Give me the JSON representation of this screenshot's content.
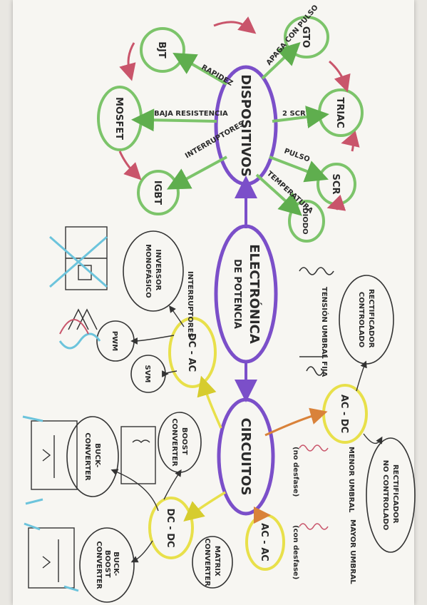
{
  "title": "ELECTRÓNICA DE POTENCIA",
  "nodes": {
    "dispositivos": "DISPOSITIVOS",
    "circuitos": "CIRCUITOS",
    "gto": "GTO",
    "triac": "TRIAC",
    "scr": "SCR",
    "diodo": "DIODO",
    "bjt": "BJT",
    "mosfet": "MOSFET",
    "igbt": "IGBT",
    "dc_ac": "DC - AC",
    "ac_dc": "AC - DC",
    "dc_dc": "DC - DC",
    "ac_ac": "AC - AC",
    "inversor": "INVERSOR MONOFÁSICO",
    "pwm": "PWM",
    "svm": "SVM",
    "boost": "BOOST CONVERTER",
    "buck": "BUCK CONVERTER",
    "buck_boost": "BUCK-BOOST CONVERTER",
    "matrix": "MATRIX CONVERTER",
    "rect_controlado": "RECTIFICADOR CONTROLADO",
    "rect_no_controlado": "RECTIFICADOR NO CONTROLADO"
  },
  "edge_labels": {
    "rapidez": "RAPIDEZ",
    "apaga_pulso": "APAGA CON PULSO",
    "baja_resistencia": "BAJA RESISTENCIA",
    "dos_scr": "2 SCR",
    "pulso": "PULSO",
    "interruptores": "INTERRUPTORES",
    "temperatura": "TEMPERATURA",
    "interruptores2": "INTERRUPTORES",
    "tension_umbral_fija": "TENSIÓN UMBRAL FIJA",
    "menor_umbral": "MENOR UMBRAL",
    "mayor_umbral": "MAYOR UMBRAL",
    "no_desfase": "(no desfase)",
    "con_desfase": "(con desfase)"
  },
  "colors": {
    "purple": "#7b4fc9",
    "green": "#7cc46a",
    "yellow": "#e8e04a",
    "pink": "#c9556b",
    "cyan": "#6cc4dc",
    "ink": "#2a2a2a",
    "orange": "#d9823a"
  }
}
